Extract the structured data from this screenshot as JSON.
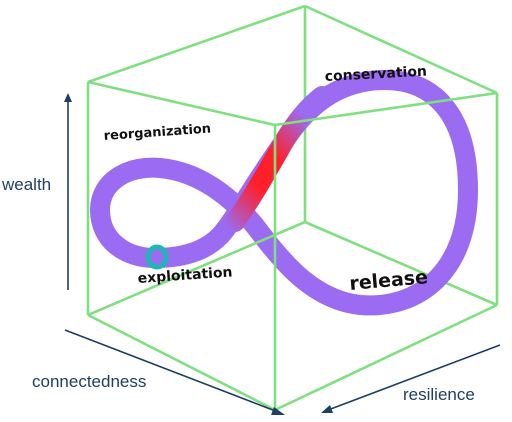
{
  "diagram": {
    "phases": {
      "reorganization": "reorganization",
      "conservation": "conservation",
      "exploitation": "exploitation",
      "release": "release"
    },
    "axes": {
      "vertical": "wealth",
      "depth": "connectedness",
      "horizontal": "resilience"
    },
    "colors": {
      "cube_edges": "#7fe07f",
      "loop": "#9b6cf2",
      "hot_zone": "#ff1f2a",
      "start_marker": "#22b5b5",
      "axis_arrows": "#1f3e63"
    }
  }
}
